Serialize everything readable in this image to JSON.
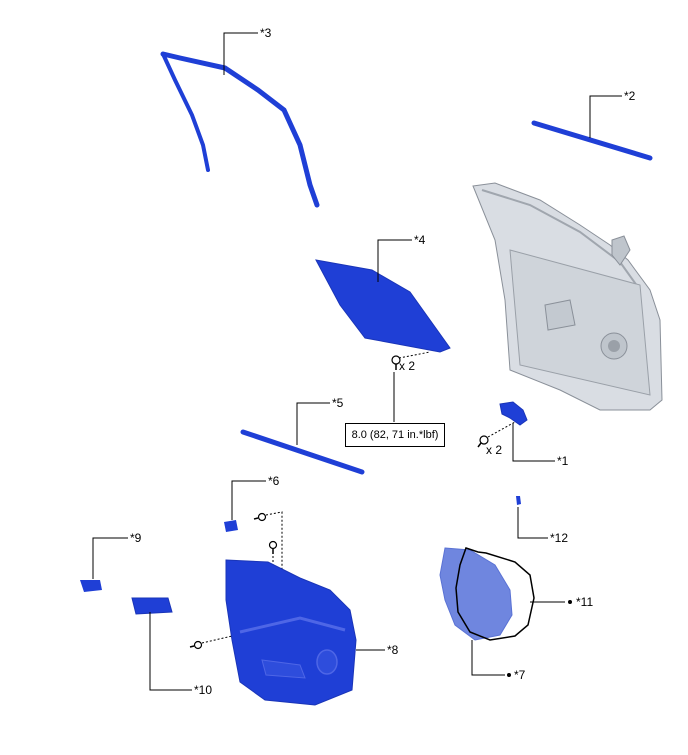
{
  "callouts": {
    "c1": "*1",
    "c2": "*2",
    "c3": "*3",
    "c4": "*4",
    "c5": "*5",
    "c6": "*6",
    "c7": "*7",
    "c8": "*8",
    "c9": "*9",
    "c10": "*10",
    "c11": "*11",
    "c12": "*12"
  },
  "quantities": {
    "glass_bolts": "x 2",
    "bracket_bolts": "x 2"
  },
  "torque": {
    "glass_bolt_torque": "8.0 (82, 71 in.*lbf)"
  },
  "colors": {
    "part_blue": "#1f3fd6",
    "light_blue": "#6f86df",
    "door_frame": "#d9dde3",
    "line": "#000000"
  }
}
